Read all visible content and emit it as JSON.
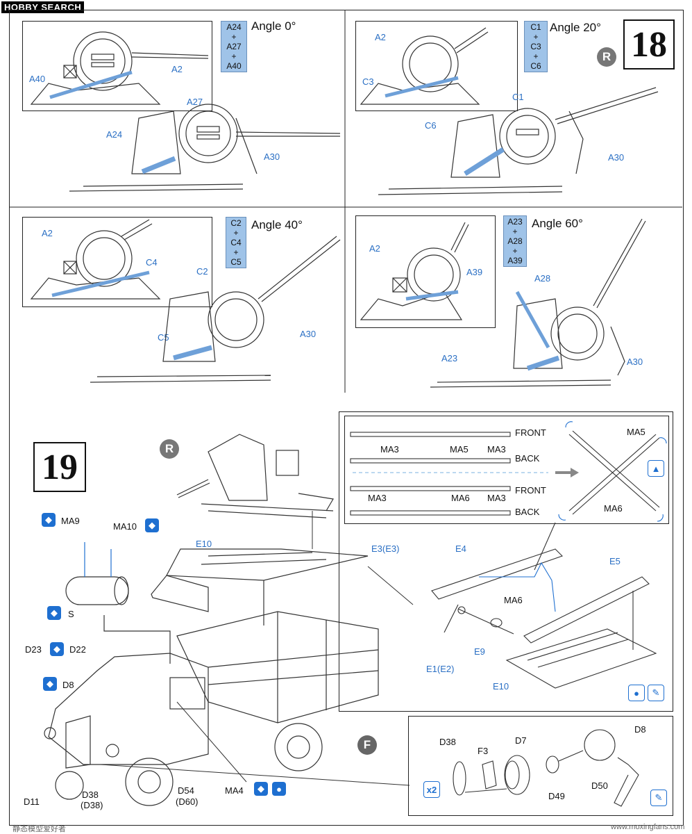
{
  "watermark": "HOBBY SEARCH",
  "footer": {
    "left": "静态模型爱好者",
    "right": "www.moxingfans.com"
  },
  "step18": {
    "number": "18",
    "marker": "R",
    "panels": [
      {
        "angle": "Angle 0°",
        "parts": [
          "A24",
          "+",
          "A27",
          "+",
          "A40"
        ],
        "labels": [
          "A40",
          "A2",
          "A27",
          "A24",
          "A30"
        ]
      },
      {
        "angle": "Angle 20°",
        "parts": [
          "C1",
          "+",
          "C3",
          "+",
          "C6"
        ],
        "labels": [
          "A2",
          "C3",
          "C1",
          "C6",
          "A30"
        ]
      },
      {
        "angle": "Angle 40°",
        "parts": [
          "C2",
          "+",
          "C4",
          "+",
          "C5"
        ],
        "labels": [
          "A2",
          "C4",
          "C2",
          "C5",
          "A30"
        ]
      },
      {
        "angle": "Angle 60°",
        "parts": [
          "A23",
          "+",
          "A28",
          "+",
          "A39"
        ],
        "labels": [
          "A2",
          "A39",
          "A28",
          "A23",
          "A30"
        ]
      }
    ]
  },
  "step19": {
    "number": "19",
    "marker_r": "R",
    "marker_f": "F",
    "labels": {
      "ma9": "MA9",
      "ma10": "MA10",
      "s": "S",
      "e10": "E10",
      "e3": "E3(E3)",
      "d23": "D23",
      "d22": "D22",
      "d8": "D8",
      "d11": "D11",
      "d38": "D38",
      "d38b": "(D38)",
      "d54": "D54",
      "d60": "(D60)",
      "ma4": "MA4"
    },
    "rails": {
      "front": "FRONT",
      "back": "BACK",
      "ma3": "MA3",
      "ma5": "MA5",
      "ma6": "MA6"
    },
    "bed": {
      "e4": "E4",
      "e5": "E5",
      "ma6": "MA6",
      "e9": "E9",
      "e1": "E1(E2)",
      "e10": "E10"
    },
    "lamp": {
      "d38": "D38",
      "f3": "F3",
      "d7": "D7",
      "d8": "D8",
      "d49": "D49",
      "d50": "D50",
      "x2": "x2"
    }
  }
}
